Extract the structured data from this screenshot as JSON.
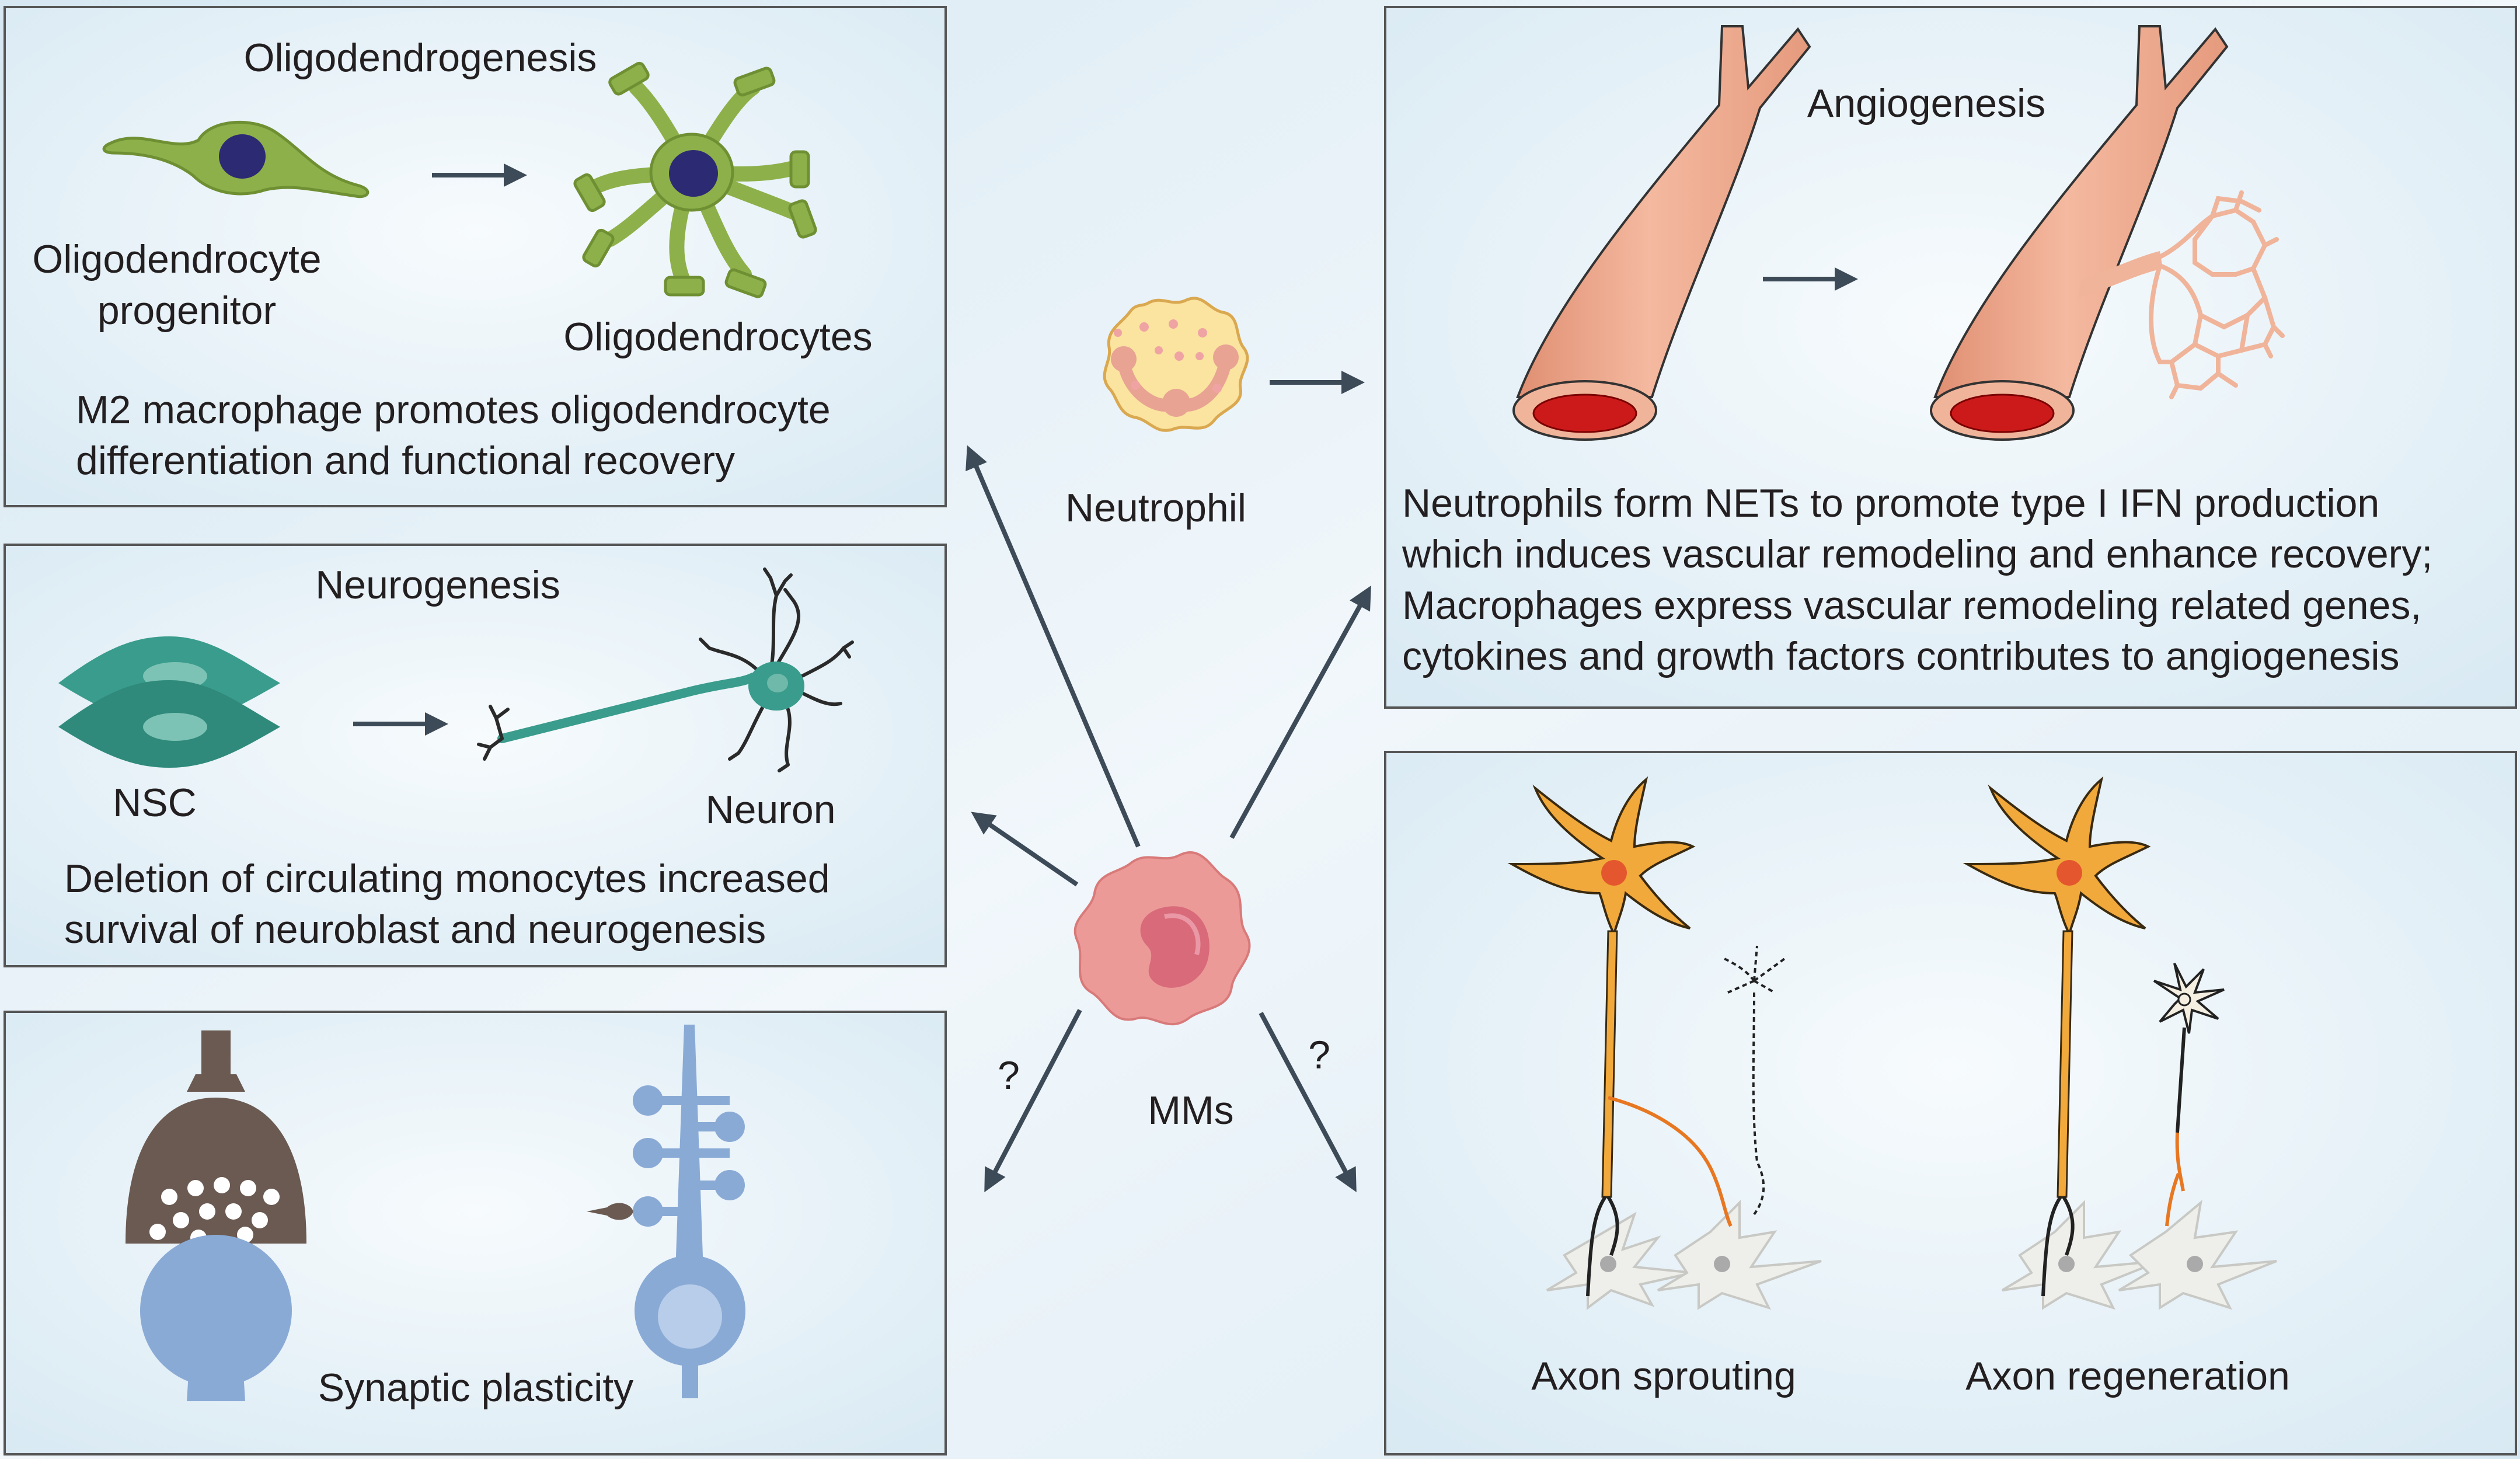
{
  "colors": {
    "panel_fill": "#e3eff6",
    "panel_border": "#555555",
    "arrow": "#3d4a57",
    "glia_green": "#8db04a",
    "stem_teal": "#3a9c8c",
    "vessel": "#eeaa8e",
    "neuron_orange": "#f2a93b",
    "macrophage_pink": "#e98d8d",
    "synapse_brown": "#6b5a52",
    "synapse_blue": "#8aaad6"
  },
  "oligo": {
    "title": "Oligodendrogenesis",
    "progenitor_label_1": "Oligodendrocyte",
    "progenitor_label_2": "progenitor",
    "mature_label": "Oligodendrocytes",
    "desc_1": "M2 macrophage promotes oligodendrocyte",
    "desc_2": "differentiation and functional recovery"
  },
  "neuro": {
    "title": "Neurogenesis",
    "nsc_label": "NSC",
    "neuron_label": "Neuron",
    "desc_1": "Deletion of circulating monocytes increased",
    "desc_2": "survival of neuroblast and neurogenesis"
  },
  "synaptic": {
    "label": "Synaptic plasticity"
  },
  "angio": {
    "title": "Angiogenesis",
    "desc_1": "Neutrophils form NETs to promote type I IFN production",
    "desc_2": "which induces vascular remodeling and enhance recovery;",
    "desc_3": "Macrophages express vascular remodeling related genes,",
    "desc_4": "cytokines and growth factors contributes to angiogenesis"
  },
  "axon": {
    "sprouting_label": "Axon sprouting",
    "regeneration_label": "Axon regeneration"
  },
  "center": {
    "neutrophil_label": "Neutrophil",
    "mms_label": "MMs",
    "question_left": "?",
    "question_right": "?"
  },
  "icons": [
    "oligodendrocyte-progenitor-icon",
    "oligodendrocyte-icon",
    "neural-stem-cell-icon",
    "neuron-icon",
    "neutrophil-icon",
    "macrophage-icon",
    "blood-vessel-icon",
    "synapse-icon",
    "dendrite-spine-icon",
    "axon-neuron-icon"
  ]
}
